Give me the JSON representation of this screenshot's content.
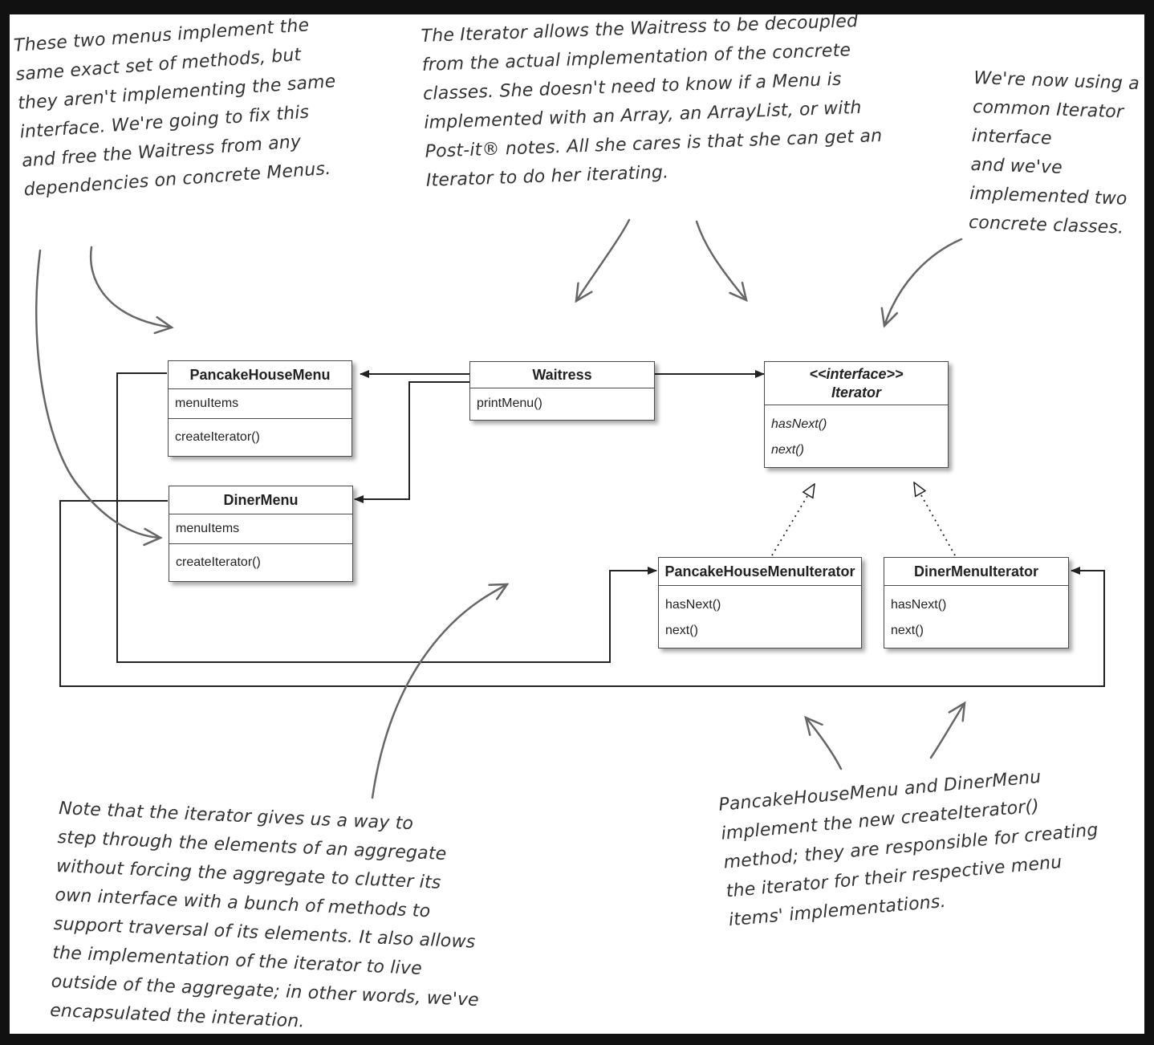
{
  "notes": {
    "top_left": "These two menus implement the\nsame exact set of methods, but\nthey aren't implementing the same\ninterface. We're going to fix this\nand free the Waitress from any\ndependencies on concrete Menus.",
    "top_center": "The Iterator allows the Waitress to be decoupled\nfrom the actual implementation of the concrete\nclasses.  She doesn't need to know if a Menu is\nimplemented with an Array, an ArrayList, or with\nPost-it® notes. All she cares is that she can get an\nIterator to do her iterating.",
    "top_right": "We're now using a\ncommon Iterator\ninterface\nand we've\nimplemented two\nconcrete classes.",
    "bottom_left": "Note that the iterator gives us a way to\nstep through the elements of an aggregate\nwithout forcing the aggregate to clutter its\nown interface with a bunch of methods to\nsupport traversal of its elements. It also allows\nthe implementation of the iterator to live\noutside of the aggregate; in other words, we've\nencapsulated the interation.",
    "bottom_right": "PancakeHouseMenu and DinerMenu\nimplement the new createIterator()\nmethod; they are responsible for creating\nthe iterator for their respective menu\nitems' implementations."
  },
  "classes": {
    "pancake_house_menu": {
      "name": "PancakeHouseMenu",
      "fields": "menuItems",
      "methods": "createIterator()"
    },
    "diner_menu": {
      "name": "DinerMenu",
      "fields": "menuItems",
      "methods": "createIterator()"
    },
    "waitress": {
      "name": "Waitress",
      "methods": "printMenu()"
    },
    "iterator": {
      "stereotype": "<<interface>>",
      "name": "Iterator",
      "method1": "hasNext()",
      "method2": "next()"
    },
    "pancake_house_menu_iterator": {
      "name": "PancakeHouseMenuIterator",
      "method1": "hasNext()",
      "method2": "next()"
    },
    "diner_menu_iterator": {
      "name": "DinerMenuIterator",
      "method1": "hasNext()",
      "method2": "next()"
    }
  }
}
